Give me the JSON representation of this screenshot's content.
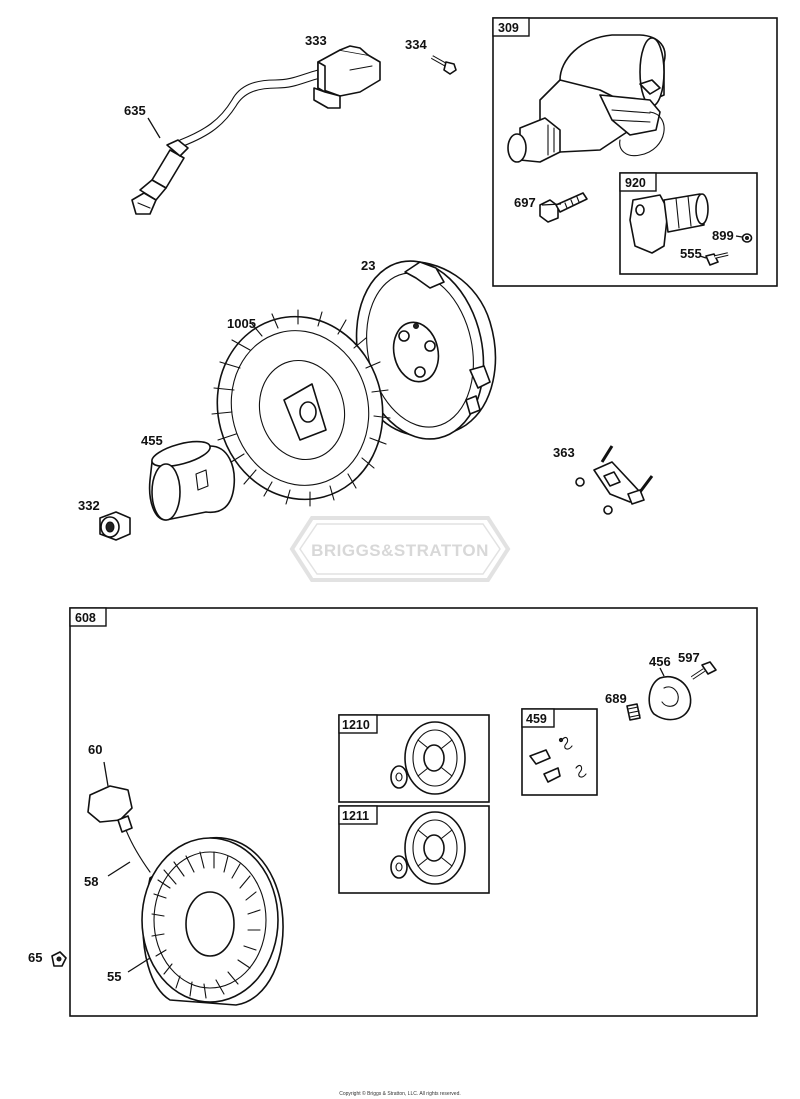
{
  "labels": {
    "p333": "333",
    "p334": "334",
    "p635": "635",
    "p309": "309",
    "p697": "697",
    "p920": "920",
    "p899": "899",
    "p555": "555",
    "p23": "23",
    "p1005": "1005",
    "p455": "455",
    "p332": "332",
    "p363": "363",
    "p608": "608",
    "p456": "456",
    "p597": "597",
    "p689": "689",
    "p1210": "1210",
    "p459": "459",
    "p60": "60",
    "p1211": "1211",
    "p58": "58",
    "p65": "65",
    "p55": "55"
  },
  "watermark": "BRIGGS&STRATTON",
  "copyright": "Copyright © Briggs & Stratton, LLC. All rights reserved."
}
